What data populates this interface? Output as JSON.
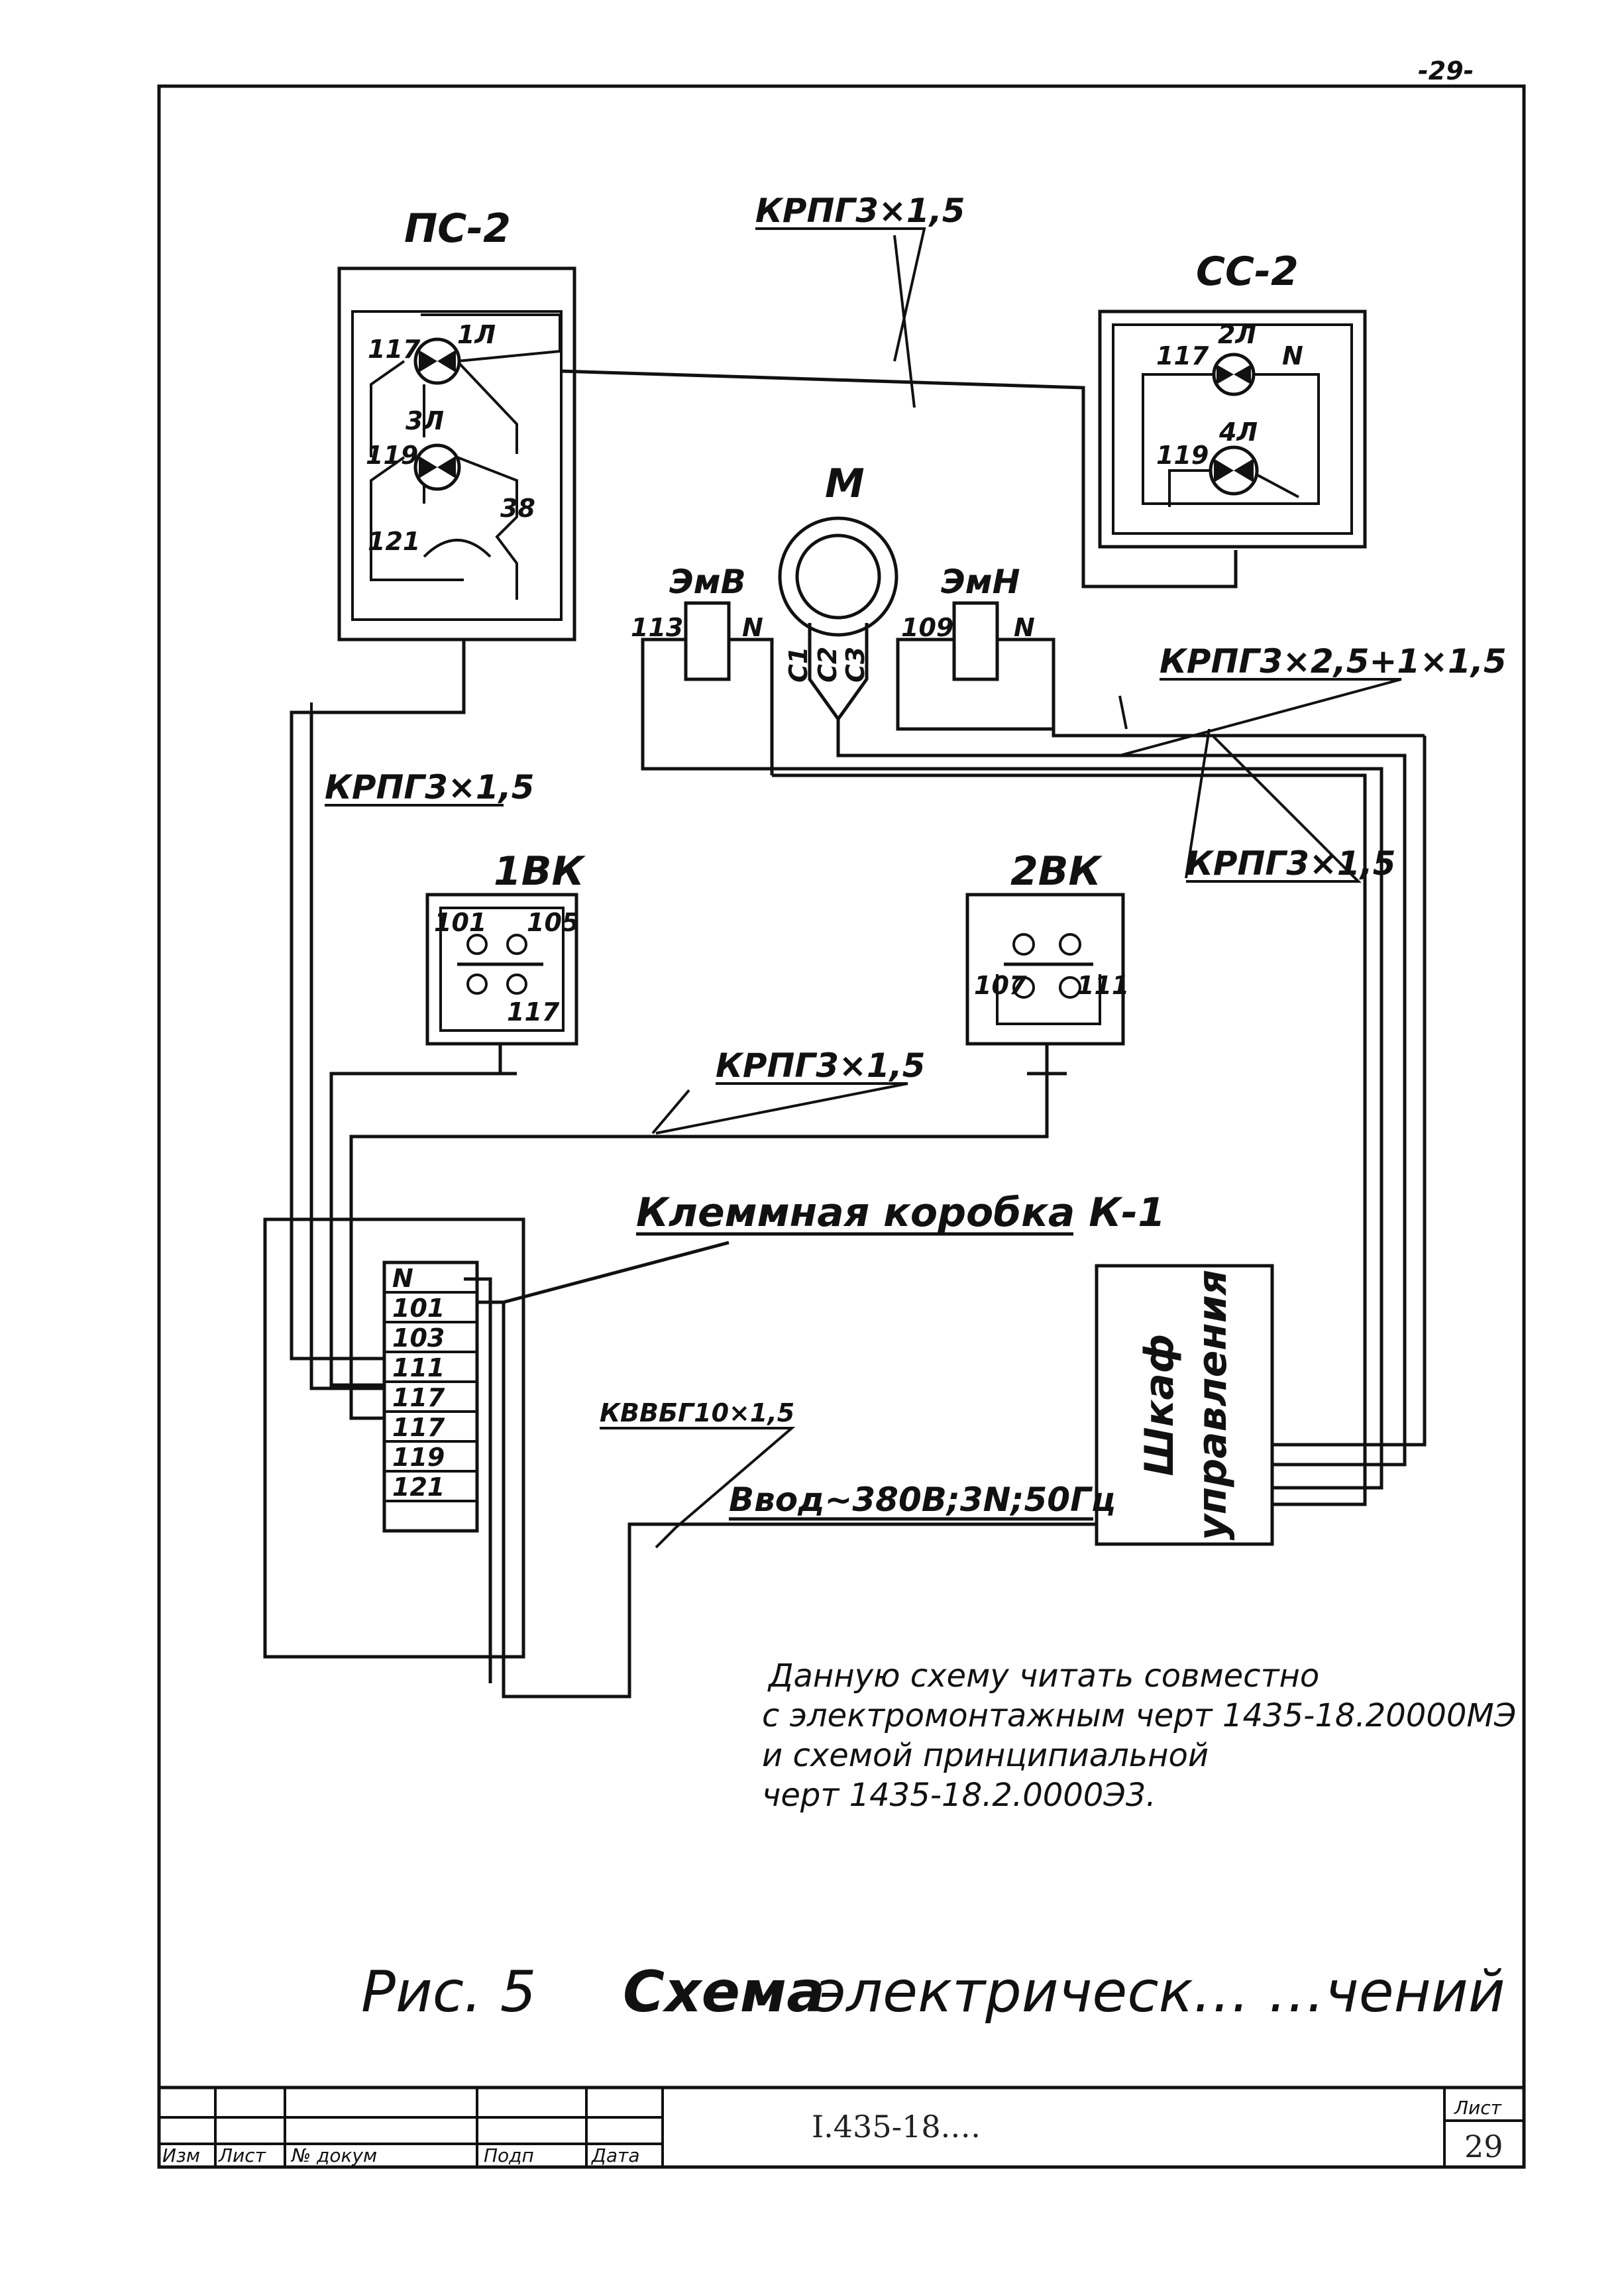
{
  "page_number": "-29-",
  "devices": {
    "ps2": {
      "title": "ПС-2",
      "lamp1": "1Л",
      "lamp3": "3Л",
      "w117": "117",
      "w119": "119",
      "w121": "121",
      "w38": "38"
    },
    "ss2": {
      "title": "СС-2",
      "lamp2": "2Л",
      "lamp4": "4Л",
      "w117": "117",
      "w119": "119",
      "n": "N"
    },
    "motor": {
      "title": "М",
      "c1": "С1",
      "c2": "С2",
      "c3": "С3"
    },
    "emv": {
      "title": "ЭмВ",
      "left": "113",
      "right": "N"
    },
    "emn": {
      "title": "ЭмН",
      "left": "109",
      "right": "N"
    },
    "vk1": {
      "title": "1ВК",
      "t101": "101",
      "t105": "105",
      "t117": "117"
    },
    "vk2": {
      "title": "2ВК",
      "t107": "107",
      "t111": "111"
    },
    "cabinet": {
      "line1": "Шкаф",
      "line2": "управления"
    }
  },
  "cables": {
    "top": "КРПГ3×1,5",
    "left": "КРПГ3×1,5",
    "motor_feed": "КРПГ3×2,5+1×1,5",
    "right_mid": "КРПГ3×1,5",
    "vk": "КРПГ3×1,5",
    "box": "КВВБГ10×1,5",
    "input": "Ввод~380В;3N;50Гц"
  },
  "terminal_box": {
    "title": "Клеммная коробка К-1",
    "terminals": [
      "N",
      "101",
      "103",
      "111",
      "117",
      "117",
      "119",
      "121",
      ""
    ]
  },
  "note": {
    "line1": "Данную схему читать совместно",
    "line2": "с электромонтажным черт 1435-18.20000МЭ",
    "line3": "и схемой принципиальной",
    "line4": "черт 1435-18.2.0000Э3."
  },
  "caption": {
    "fig": "Рис. 5",
    "title": "Схема",
    "rest": "электрическ… …чений"
  },
  "stamp": {
    "cols": [
      "Изм",
      "Лист",
      "№ докум",
      "Подп",
      "Дата"
    ],
    "code": "I.435-18.…",
    "sheet_label": "Лист",
    "sheet_no": "29"
  }
}
